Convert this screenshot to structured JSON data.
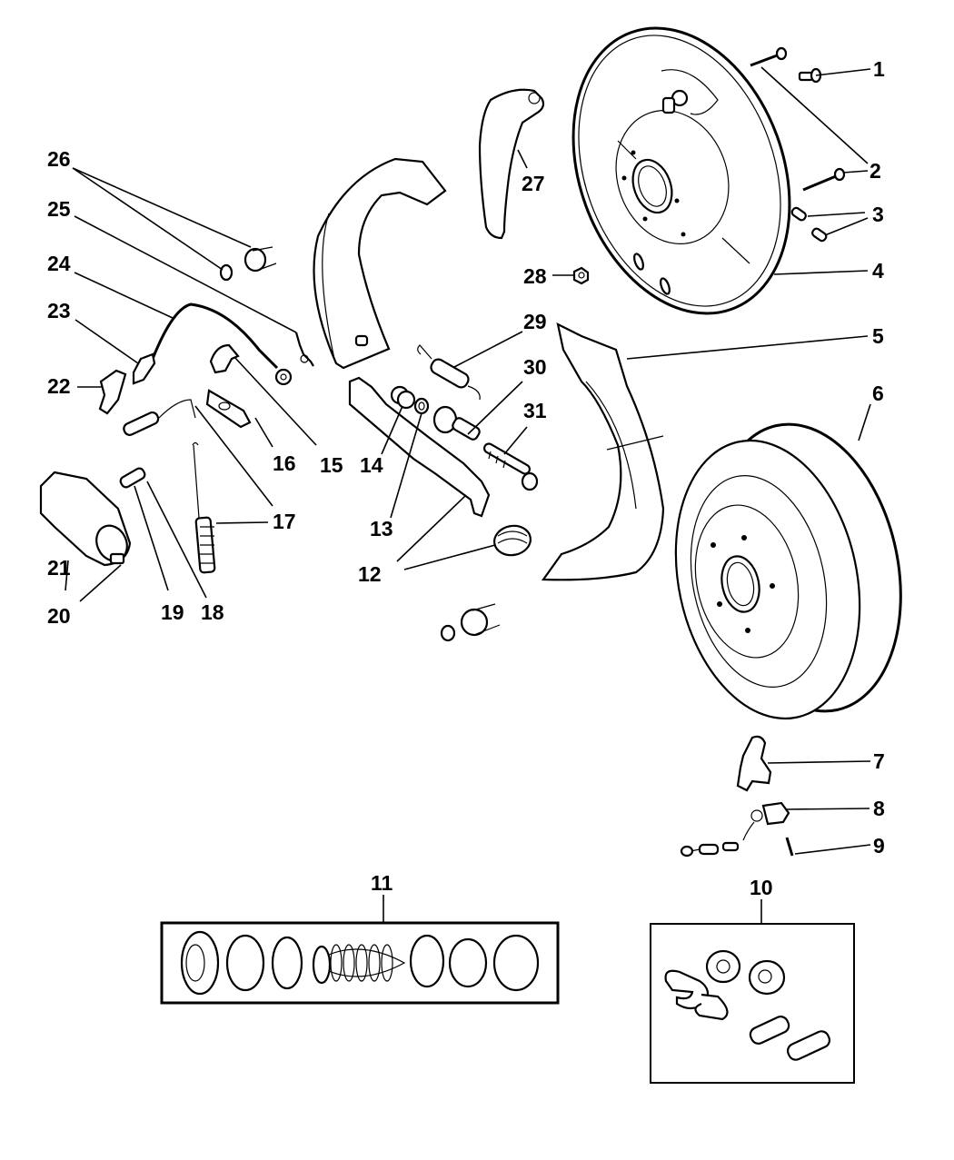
{
  "diagram": {
    "title": "Rear Drum Brake Assembly - Exploded View",
    "callouts": [
      {
        "id": "1",
        "label": "1",
        "part": "bolt"
      },
      {
        "id": "2",
        "label": "2",
        "part": "mounting-bolts"
      },
      {
        "id": "3",
        "label": "3",
        "part": "plugs"
      },
      {
        "id": "4",
        "label": "4",
        "part": "backing-plate"
      },
      {
        "id": "5",
        "label": "5",
        "part": "brake-shoe-secondary"
      },
      {
        "id": "6",
        "label": "6",
        "part": "brake-drum"
      },
      {
        "id": "7",
        "label": "7",
        "part": "bracket"
      },
      {
        "id": "8",
        "label": "8",
        "part": "sensor-connector"
      },
      {
        "id": "9",
        "label": "9",
        "part": "screw"
      },
      {
        "id": "10",
        "label": "10",
        "part": "hardware-kit"
      },
      {
        "id": "11",
        "label": "11",
        "part": "wheel-cylinder-repair-kit"
      },
      {
        "id": "12",
        "label": "12",
        "part": "hold-down-springs"
      },
      {
        "id": "13",
        "label": "13",
        "part": "washer"
      },
      {
        "id": "14",
        "label": "14",
        "part": "adjuster-nut"
      },
      {
        "id": "15",
        "label": "15",
        "part": "adjuster-lever"
      },
      {
        "id": "16",
        "label": "16",
        "part": "plate"
      },
      {
        "id": "17",
        "label": "17",
        "part": "return-springs"
      },
      {
        "id": "18",
        "label": "18",
        "part": "bleeder-screw"
      },
      {
        "id": "19",
        "label": "19",
        "part": "bleeder-cap"
      },
      {
        "id": "20",
        "label": "20",
        "part": "cylinder-fitting"
      },
      {
        "id": "21",
        "label": "21",
        "part": "wheel-cylinder"
      },
      {
        "id": "22",
        "label": "22",
        "part": "guide-plate"
      },
      {
        "id": "23",
        "label": "23",
        "part": "cable-guide"
      },
      {
        "id": "24",
        "label": "24",
        "part": "adjuster-cable"
      },
      {
        "id": "25",
        "label": "25",
        "part": "pin-clip"
      },
      {
        "id": "26",
        "label": "26",
        "part": "hold-down-retainer"
      },
      {
        "id": "27",
        "label": "27",
        "part": "parking-brake-lever"
      },
      {
        "id": "28",
        "label": "28",
        "part": "nut"
      },
      {
        "id": "29",
        "label": "29",
        "part": "adjuster-spring"
      },
      {
        "id": "30",
        "label": "30",
        "part": "adjuster-socket"
      },
      {
        "id": "31",
        "label": "31",
        "part": "adjuster-screw"
      }
    ]
  }
}
